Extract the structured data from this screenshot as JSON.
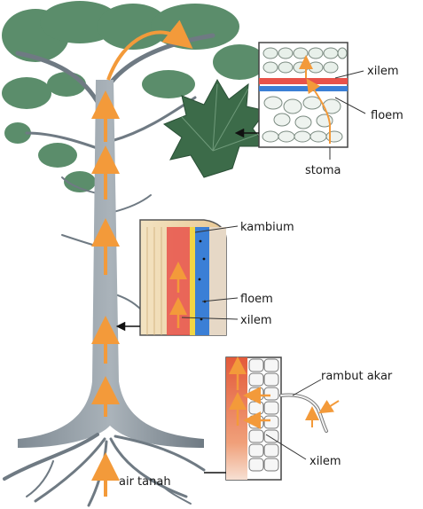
{
  "labels": {
    "leaf_xylem": "xilem",
    "leaf_phloem": "floem",
    "stoma": "stoma",
    "cambium": "kambium",
    "stem_phloem": "floem",
    "stem_xylem": "xilem",
    "root_hair": "rambut akar",
    "root_xylem": "xilem",
    "soil_water": "air tanah"
  },
  "colors": {
    "flow_arrow": "#f39a3a",
    "xylem": "#e8524a",
    "phloem": "#3b7fd6",
    "trunk": "#8f9aa3",
    "foliage": "#3f7a52"
  }
}
